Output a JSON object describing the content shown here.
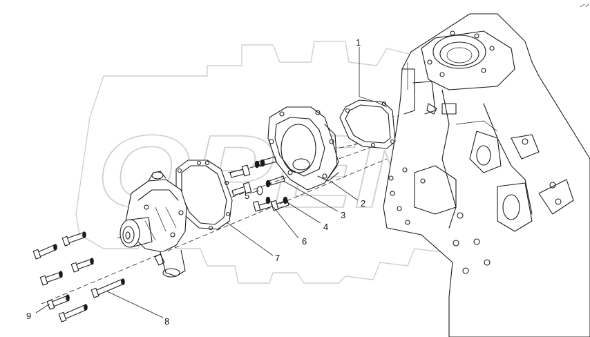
{
  "diagram": {
    "callouts": [
      {
        "id": "1",
        "label": "1"
      },
      {
        "id": "2",
        "label": "2"
      },
      {
        "id": "3",
        "label": "3"
      },
      {
        "id": "4",
        "label": "4"
      },
      {
        "id": "5",
        "label": "5"
      },
      {
        "id": "6",
        "label": "6"
      },
      {
        "id": "7",
        "label": "7"
      },
      {
        "id": "8",
        "label": "8"
      },
      {
        "id": "9",
        "label": "9"
      }
    ],
    "watermark": {
      "text": "OPEN",
      "icon": "gear-logo-icon"
    },
    "colors": {
      "line": "#1a1a1a",
      "watermark": "#cfcfcf",
      "background": "#ffffff"
    }
  }
}
